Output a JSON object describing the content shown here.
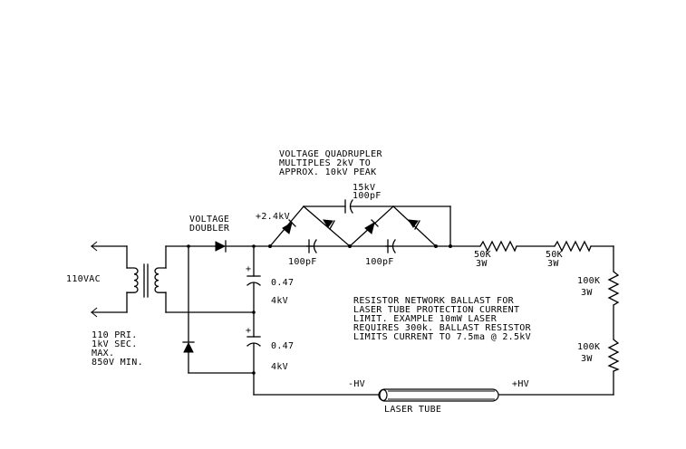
{
  "quadrupler_note": {
    "line1": "VOLTAGE QUADRUPLER",
    "line2": "MULTIPLES 2kV TO",
    "line3": "APPROX. 10kV PEAK"
  },
  "top_cap": {
    "rating": "15kV",
    "value": "100pF"
  },
  "node_voltage": "+2.4kV",
  "doubler_note": {
    "line1": "VOLTAGE",
    "line2": "DOUBLER"
  },
  "cap1_value": "100pF",
  "cap2_value": "100pF",
  "input_label": "110VAC",
  "transformer_note": {
    "line1": "110 PRI.",
    "line2": "1kV SEC.",
    "line3": "MAX.",
    "line4": "850V MIN."
  },
  "doubler_cap_top": {
    "value": "0.47",
    "rating": "4kV",
    "polarity": "+"
  },
  "doubler_cap_bottom": {
    "value": "0.47",
    "rating": "4kV",
    "polarity": "+"
  },
  "resistor_r1": {
    "value": "50K",
    "power": "3W"
  },
  "resistor_r2": {
    "value": "50K",
    "power": "3W"
  },
  "resistor_r3": {
    "value": "100K",
    "power": "3W"
  },
  "resistor_r4": {
    "value": "100K",
    "power": "3W"
  },
  "ballast_note": {
    "line1": "RESISTOR NETWORK BALLAST FOR",
    "line2": "LASER TUBE PROTECTION CURRENT",
    "line3": "LIMIT. EXAMPLE 10mW LASER",
    "line4": "REQUIRES 300k.  BALLAST RESISTOR",
    "line5": "LIMITS CURRENT TO 7.5ma @ 2.5kV"
  },
  "tube_minus_label": "-HV",
  "tube_plus_label": "+HV",
  "tube_label": "LASER TUBE"
}
